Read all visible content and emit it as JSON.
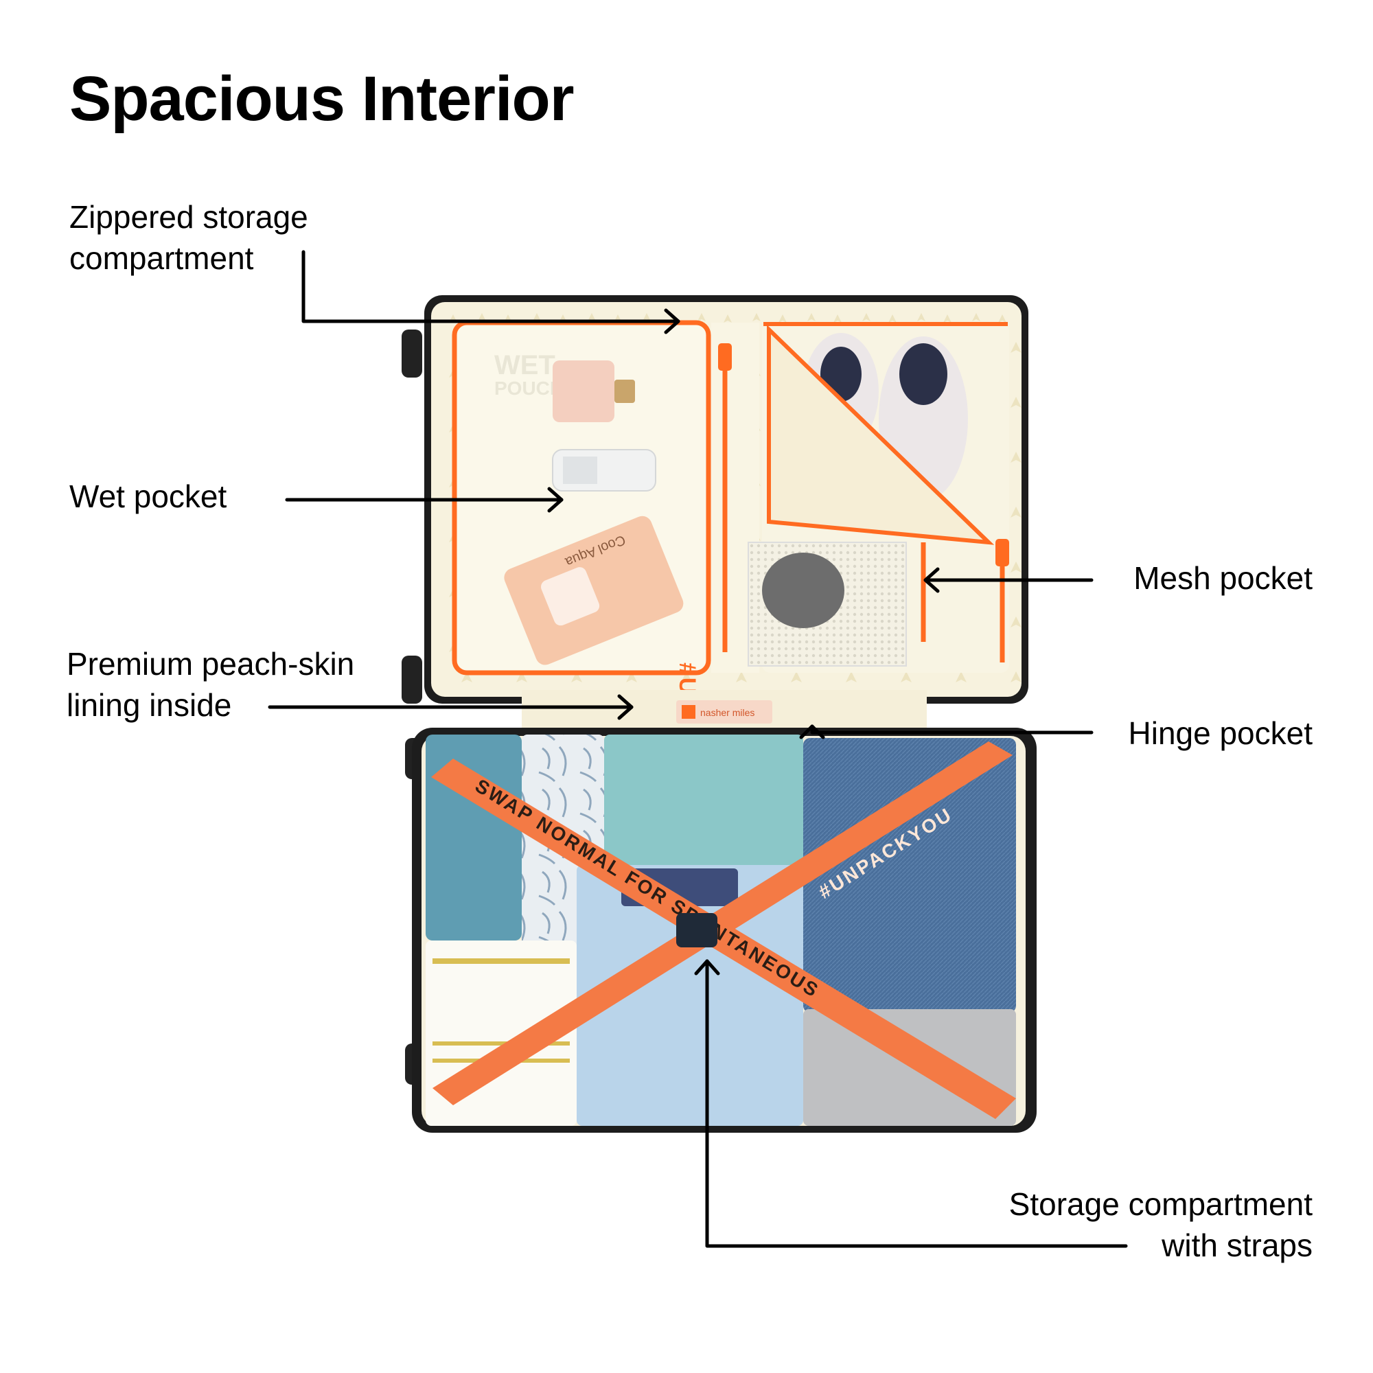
{
  "title": "Spacious Interior",
  "labels": {
    "zippered": "Zippered storage\ncompartment",
    "wet": "Wet pocket",
    "lining": "Premium peach-skin\nlining inside",
    "mesh": "Mesh pocket",
    "hinge": "Hinge pocket",
    "straps": "Storage compartment\nwith straps"
  },
  "photo_text": {
    "wet_pouch": "WET",
    "wet_pouch_sub": "POUCH",
    "hashtag": "#UNPACKYOU",
    "brand": "nasher miles",
    "strap_1": "SWAP NORMAL FOR SPONTANEOUS",
    "strap_2": "#UNPACKYOU",
    "wipes": "Cool Aqua"
  },
  "colors": {
    "accent_orange": "#ff6b21",
    "lining": "#f6f1dc",
    "strap": "#f47a45",
    "shell": "#1d1d1d"
  }
}
